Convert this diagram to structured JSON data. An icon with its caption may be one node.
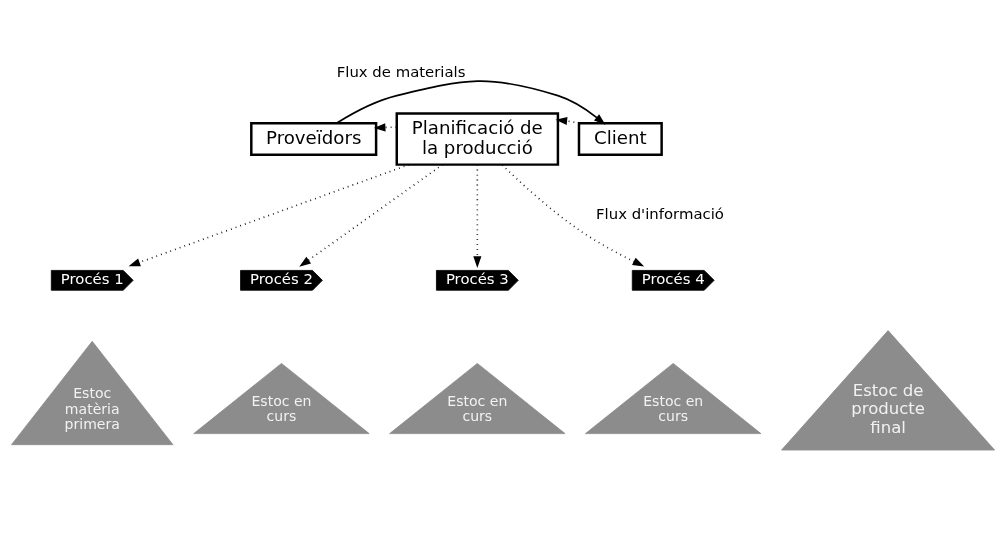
{
  "diagram": {
    "nodes": [
      {
        "text": [
          "Proveïdors"
        ]
      },
      {
        "text": [
          "Planificació de la producció"
        ]
      },
      {
        "text": [
          "Client"
        ]
      },
      {
        "text": [
          "Procés 1"
        ]
      },
      {
        "text": [
          "Estoc matèria primera"
        ]
      },
      {
        "text": [
          "Procés 2"
        ]
      },
      {
        "text": [
          "Estoc en curs"
        ]
      },
      {
        "text": [
          "Procés 3"
        ]
      },
      {
        "text": [
          "Estoc en curs"
        ]
      },
      {
        "text": [
          "Procés 4"
        ]
      },
      {
        "text": [
          "Estoc en curs"
        ]
      },
      {
        "text": [
          "Estoc de producte final"
        ]
      }
    ],
    "edges": [
      {
        "from": 1,
        "to": 0,
        "arrow": "to",
        "style": "dashed"
      },
      {
        "from": 2,
        "to": 1,
        "arrow": "to",
        "style": "dashed"
      },
      {
        "from": 1,
        "to": 3,
        "arrow": "to",
        "style": "dashed"
      },
      {
        "from": 1,
        "to": 5,
        "arrow": "to",
        "style": "dashed"
      },
      {
        "from": 1,
        "to": 7,
        "arrow": "to",
        "style": "dashed"
      },
      {
        "from": 1,
        "to": 9,
        "arrow": "to",
        "style": "dashed"
      },
      {
        "from": 0,
        "to": 2,
        "arrow": "to",
        "label": "Flux de materials"
      }
    ],
    "labels": [
      "Flux d'informació"
    ]
  }
}
